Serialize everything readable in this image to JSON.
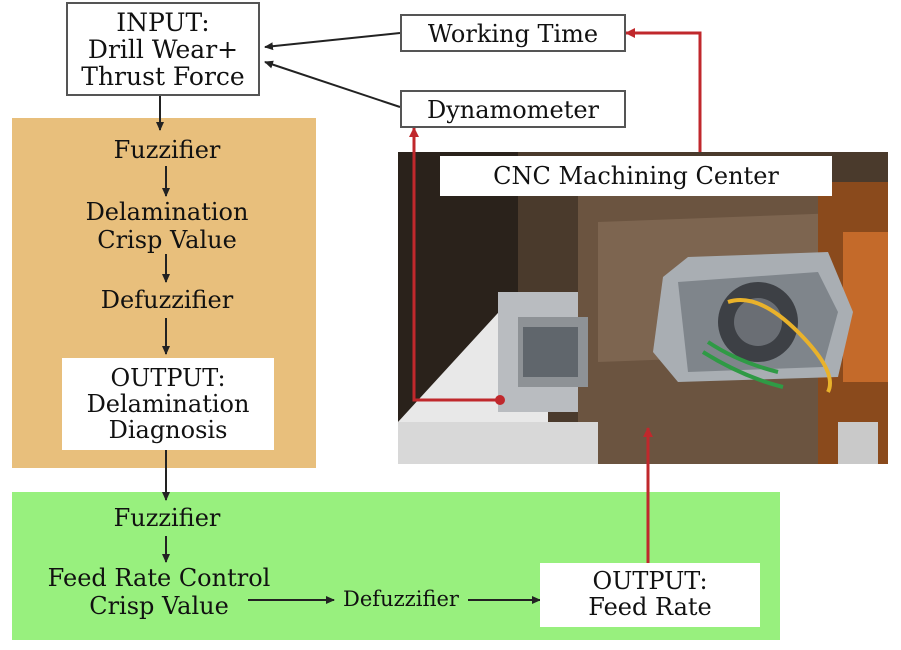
{
  "diagram": {
    "input_box": {
      "line1": "INPUT:",
      "line2": "Drill Wear+",
      "line3": "Thrust Force"
    },
    "working_time": "Working Time",
    "dynamometer": "Dynamometer",
    "cnc_label": "CNC Machining Center",
    "delamination_stage": {
      "fuzzifier": "Fuzzifier",
      "crisp_line1": "Delamination",
      "crisp_line2": "Crisp Value",
      "defuzzifier": "Defuzzifier",
      "output_line1": "OUTPUT:",
      "output_line2": "Delamination",
      "output_line3": "Diagnosis"
    },
    "feed_rate_stage": {
      "fuzzifier": "Fuzzifier",
      "crisp_line1": "Feed Rate Control",
      "crisp_line2": "Crisp Value",
      "defuzzifier": "Defuzzifier",
      "output_line1": "OUTPUT:",
      "output_line2": "Feed Rate"
    }
  },
  "colors": {
    "orange_panel": "#e8bf7c",
    "green_panel": "#98f07e",
    "red_arrow": "#c0282c",
    "black_arrow": "#222222"
  }
}
